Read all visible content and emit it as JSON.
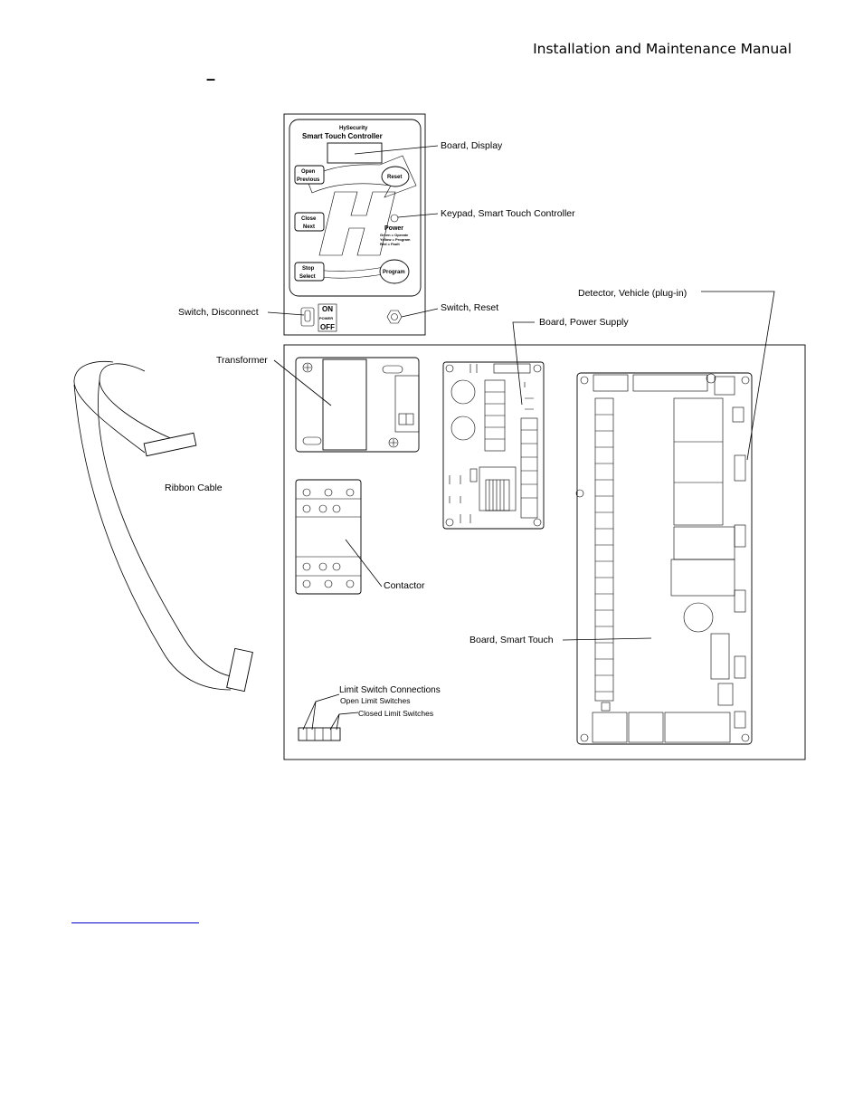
{
  "header": {
    "title": "Installation and Maintenance Manual"
  },
  "figure": {
    "labels": {
      "board_display": "Board, Display",
      "keypad": "Keypad, Smart Touch Controller",
      "switch_disconnect": "Switch, Disconnect",
      "switch_reset": "Switch, Reset",
      "detector": "Detector, Vehicle (plug-in)",
      "board_power": "Board, Power Supply",
      "transformer": "Transformer",
      "ribbon_cable": "Ribbon Cable",
      "contactor": "Contactor",
      "board_smart_touch": "Board, Smart Touch",
      "limit_connections": "Limit Switch Connections",
      "open_limit": "Open Limit Switches",
      "closed_limit": "Closed Limit Switches"
    },
    "controller": {
      "brand": "HySecurity",
      "title": "Smart Touch Controller",
      "btn_open": "Open",
      "btn_previous": "Previous",
      "btn_reset": "Reset",
      "btn_close": "Close",
      "btn_next": "Next",
      "btn_stop": "Stop",
      "btn_select": "Select",
      "btn_program": "Program",
      "power": "Power",
      "power_legend_1": "Green = Operate",
      "power_legend_2": "Yellow = Program",
      "power_legend_3": "Red = Fault",
      "switch_on": "ON",
      "switch_power": "POWER",
      "switch_off": "OFF"
    }
  }
}
